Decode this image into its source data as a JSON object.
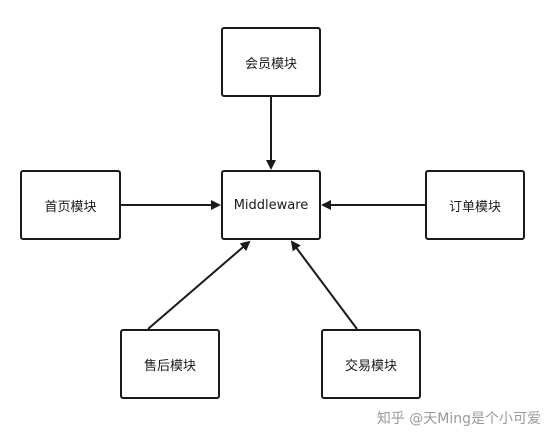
{
  "diagram": {
    "nodes": {
      "member": "会员模块",
      "home": "首页模块",
      "middleware": "Middleware",
      "order": "订单模块",
      "after_sales": "售后模块",
      "trade": "交易模块"
    },
    "edges": [
      {
        "from": "member",
        "to": "middleware"
      },
      {
        "from": "home",
        "to": "middleware"
      },
      {
        "from": "order",
        "to": "middleware"
      },
      {
        "from": "after_sales",
        "to": "middleware"
      },
      {
        "from": "trade",
        "to": "middleware"
      }
    ],
    "colors": {
      "stroke": "#1a1a1a",
      "watermark": "#999999"
    }
  },
  "watermark": "知乎 @天Ming是个小可爱"
}
